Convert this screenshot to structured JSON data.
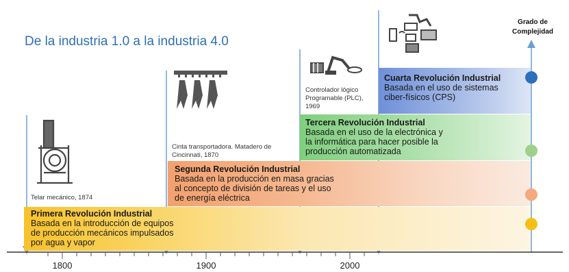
{
  "title": "De la industria 1.0 a la industria 4.0",
  "y_axis_title_line1": "Grado de",
  "y_axis_title_line2": "Complejidad",
  "revolutions": [
    {
      "heading": "Primera Revolución Industrial",
      "lines": [
        "Basada en la introducción de equipos",
        "de producción mecánicos impulsados",
        "por agua y vapor"
      ],
      "color": "#f5bf16"
    },
    {
      "heading": "Segunda Revolución Industrial",
      "lines": [
        "Basada en la producción en masa gracias",
        "al concepto de división de tareas y el uso",
        "de energía eléctrica"
      ],
      "color": "#f5a97e"
    },
    {
      "heading": "Tercera Revolución Industrial",
      "lines": [
        "Basada en el uso de la electrónica y",
        "la informática para hacer posible la",
        "producción automatizada"
      ],
      "color": "#9ed18b"
    },
    {
      "heading": "Cuarta Revolución Industrial",
      "lines": [
        "Basada en el uso de sistemas",
        "ciber-físicos (CPS)"
      ],
      "color": "#2e6fbd"
    }
  ],
  "milestones": {
    "telar": "Telar mecánico, 1874",
    "cinta_line1": "Cinta transportadora.  Matadero de",
    "cinta_line2": "Cincinnati, 1870",
    "plc_line1": "Controlador lógico",
    "plc_line2": "Programable (PLC),",
    "plc_line3": "1969"
  },
  "timeline_labels": [
    "1800",
    "1900",
    "2000"
  ],
  "colors": {
    "title": "#2f6fb3",
    "arrow": "#6a9fd2"
  }
}
